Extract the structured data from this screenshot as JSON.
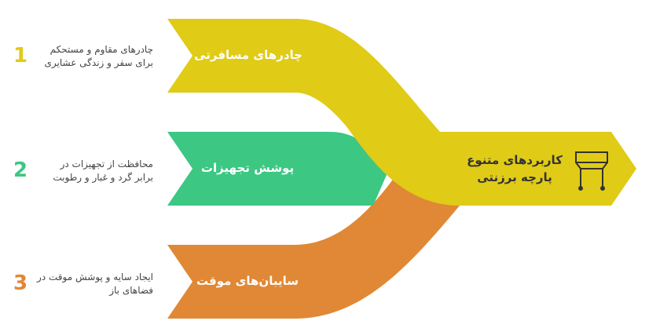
{
  "hub": {
    "title_line1": "کاربردهای متنوع",
    "title_line2": "پارچه برزنتی",
    "icon": "awning-icon"
  },
  "items": [
    {
      "number": "1",
      "label": "چادرهای مسافرتی",
      "desc_line1": "چادرهای مقاوم و مستحکم",
      "desc_line2": "برای سفر و زندگی عشایری",
      "color": "#E0CB16"
    },
    {
      "number": "2",
      "label": "پوشش تجهیزات",
      "desc_line1": "محافظت از تجهیزات در",
      "desc_line2": "برابر گرد و غبار و رطوبت",
      "color": "#3CC783"
    },
    {
      "number": "3",
      "label": "سایبان‌های موقت",
      "desc_line1": "ایجاد سایه و پوشش موقت در",
      "desc_line2": "فضاهای باز",
      "color": "#E08835"
    }
  ]
}
